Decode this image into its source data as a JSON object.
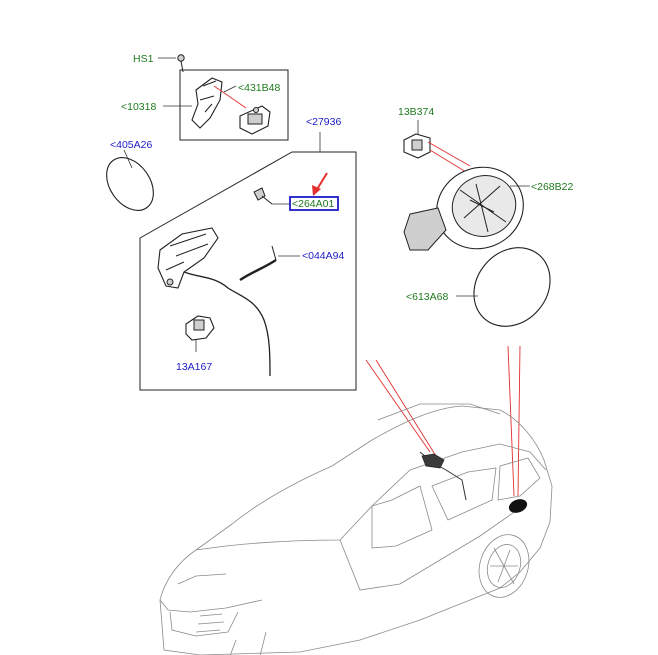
{
  "labels": {
    "hs1": "HS1",
    "p10318": "<10318",
    "p431b48": "<431B48",
    "p27936": "<27936",
    "p405a26": "<405A26",
    "p264a01": "<264A01",
    "p044a94": "<044A94",
    "p13a167": "13A167",
    "p13b374": "13B374",
    "p268b22": "<268B22",
    "p613a68": "<613A68"
  },
  "colors": {
    "green_label": "#1f7a1f",
    "blue_label": "#1c1cc8",
    "highlight_box": "#1c1cc8",
    "pointer_arrow": "#e23030",
    "leader_lines": "#e23030"
  },
  "highlighted_part": "p264a01"
}
